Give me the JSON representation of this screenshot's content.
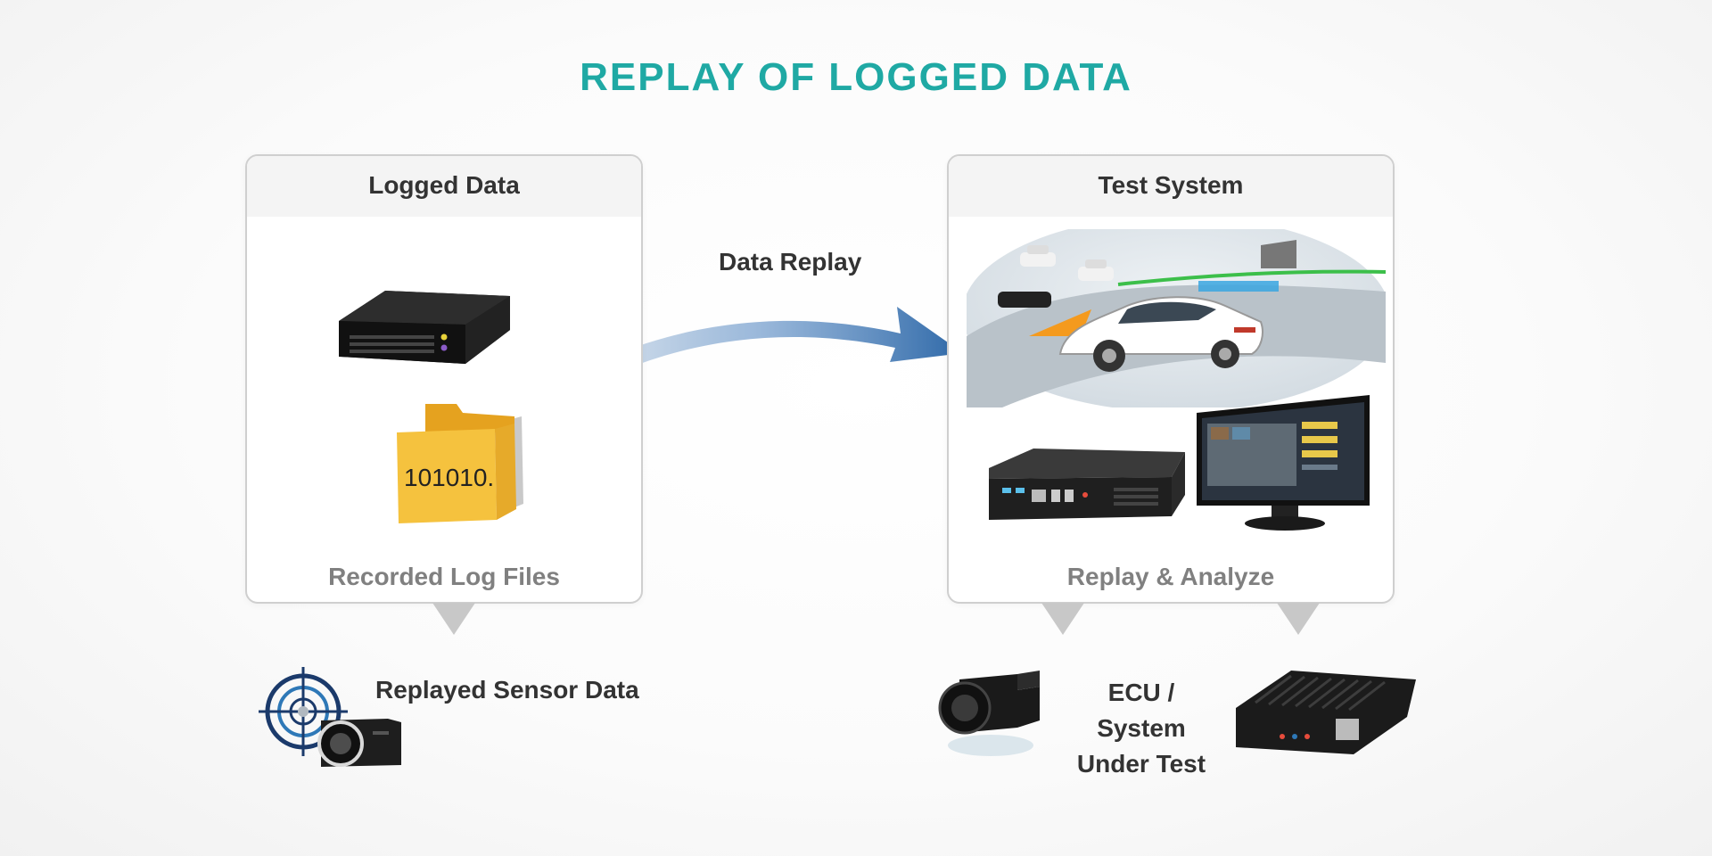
{
  "title": "REPLAY OF LOGGED DATA",
  "left_panel": {
    "header": "Logged Data",
    "caption": "Recorded Log Files",
    "folder_text": "101010."
  },
  "right_panel": {
    "header": "Test System",
    "caption": "Replay & Analyze"
  },
  "arrow_label": "Data Replay",
  "bottom_left_label": "Replayed Sensor Data",
  "bottom_right_label": [
    "ECU /",
    "System",
    "Under Test"
  ],
  "colors": {
    "title": "#1fa9a4",
    "arrow": "#2f69a8",
    "folder": "#f5c23e",
    "accent_orange": "#f49a1e"
  }
}
